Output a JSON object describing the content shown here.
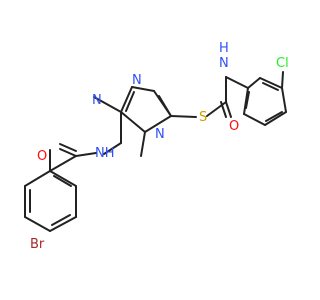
{
  "molecule": {
    "atoms": {
      "o_amide_left": {
        "text": "O"
      },
      "nh_amide_left": {
        "text": "NH"
      },
      "br": {
        "text": "Br"
      },
      "n_triazole_1": {
        "text": "N"
      },
      "n_triazole_2": {
        "text": "N"
      },
      "n_triazole_4": {
        "text": "N"
      },
      "s": {
        "text": "S"
      },
      "o_amide_right": {
        "text": "O"
      },
      "nh_amide_right": {
        "text": "N"
      },
      "h_amide_right": {
        "text": "H"
      },
      "cl": {
        "text": "Cl"
      }
    },
    "colors": {
      "carbon": "#222222",
      "nitrogen": "#3050f8",
      "oxygen": "#ff0d0d",
      "sulfur": "#c8a000",
      "bromine": "#a62929",
      "chlorine": "#1ff01f"
    }
  }
}
